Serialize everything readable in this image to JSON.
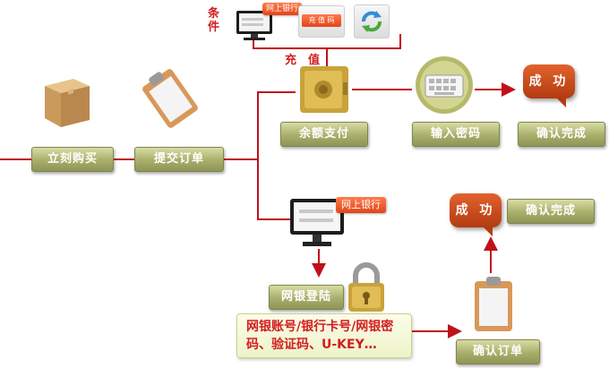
{
  "condition_label": "条件",
  "recharge_label": "充　值",
  "recharge_code": "充 值 码",
  "bank_tag_small": "网上银行",
  "bank_tag": "网上银行",
  "steps": {
    "buy_now": "立刻购买",
    "submit_order": "提交订单",
    "balance_pay": "余额支付",
    "enter_password": "输入密码",
    "confirm_done_top": "确认完成",
    "confirm_done_bottom": "确认完成",
    "netbank_login": "网银登陆",
    "confirm_order": "确认订单"
  },
  "success_label_top": "成 功",
  "success_label_bottom": "成 功",
  "credentials_text": "网银账号/银行卡号/网银密码、验证码、U-KEY…",
  "colors": {
    "line": "#c0111a",
    "button": "#a8ae6a",
    "accent": "#d21d1d"
  }
}
